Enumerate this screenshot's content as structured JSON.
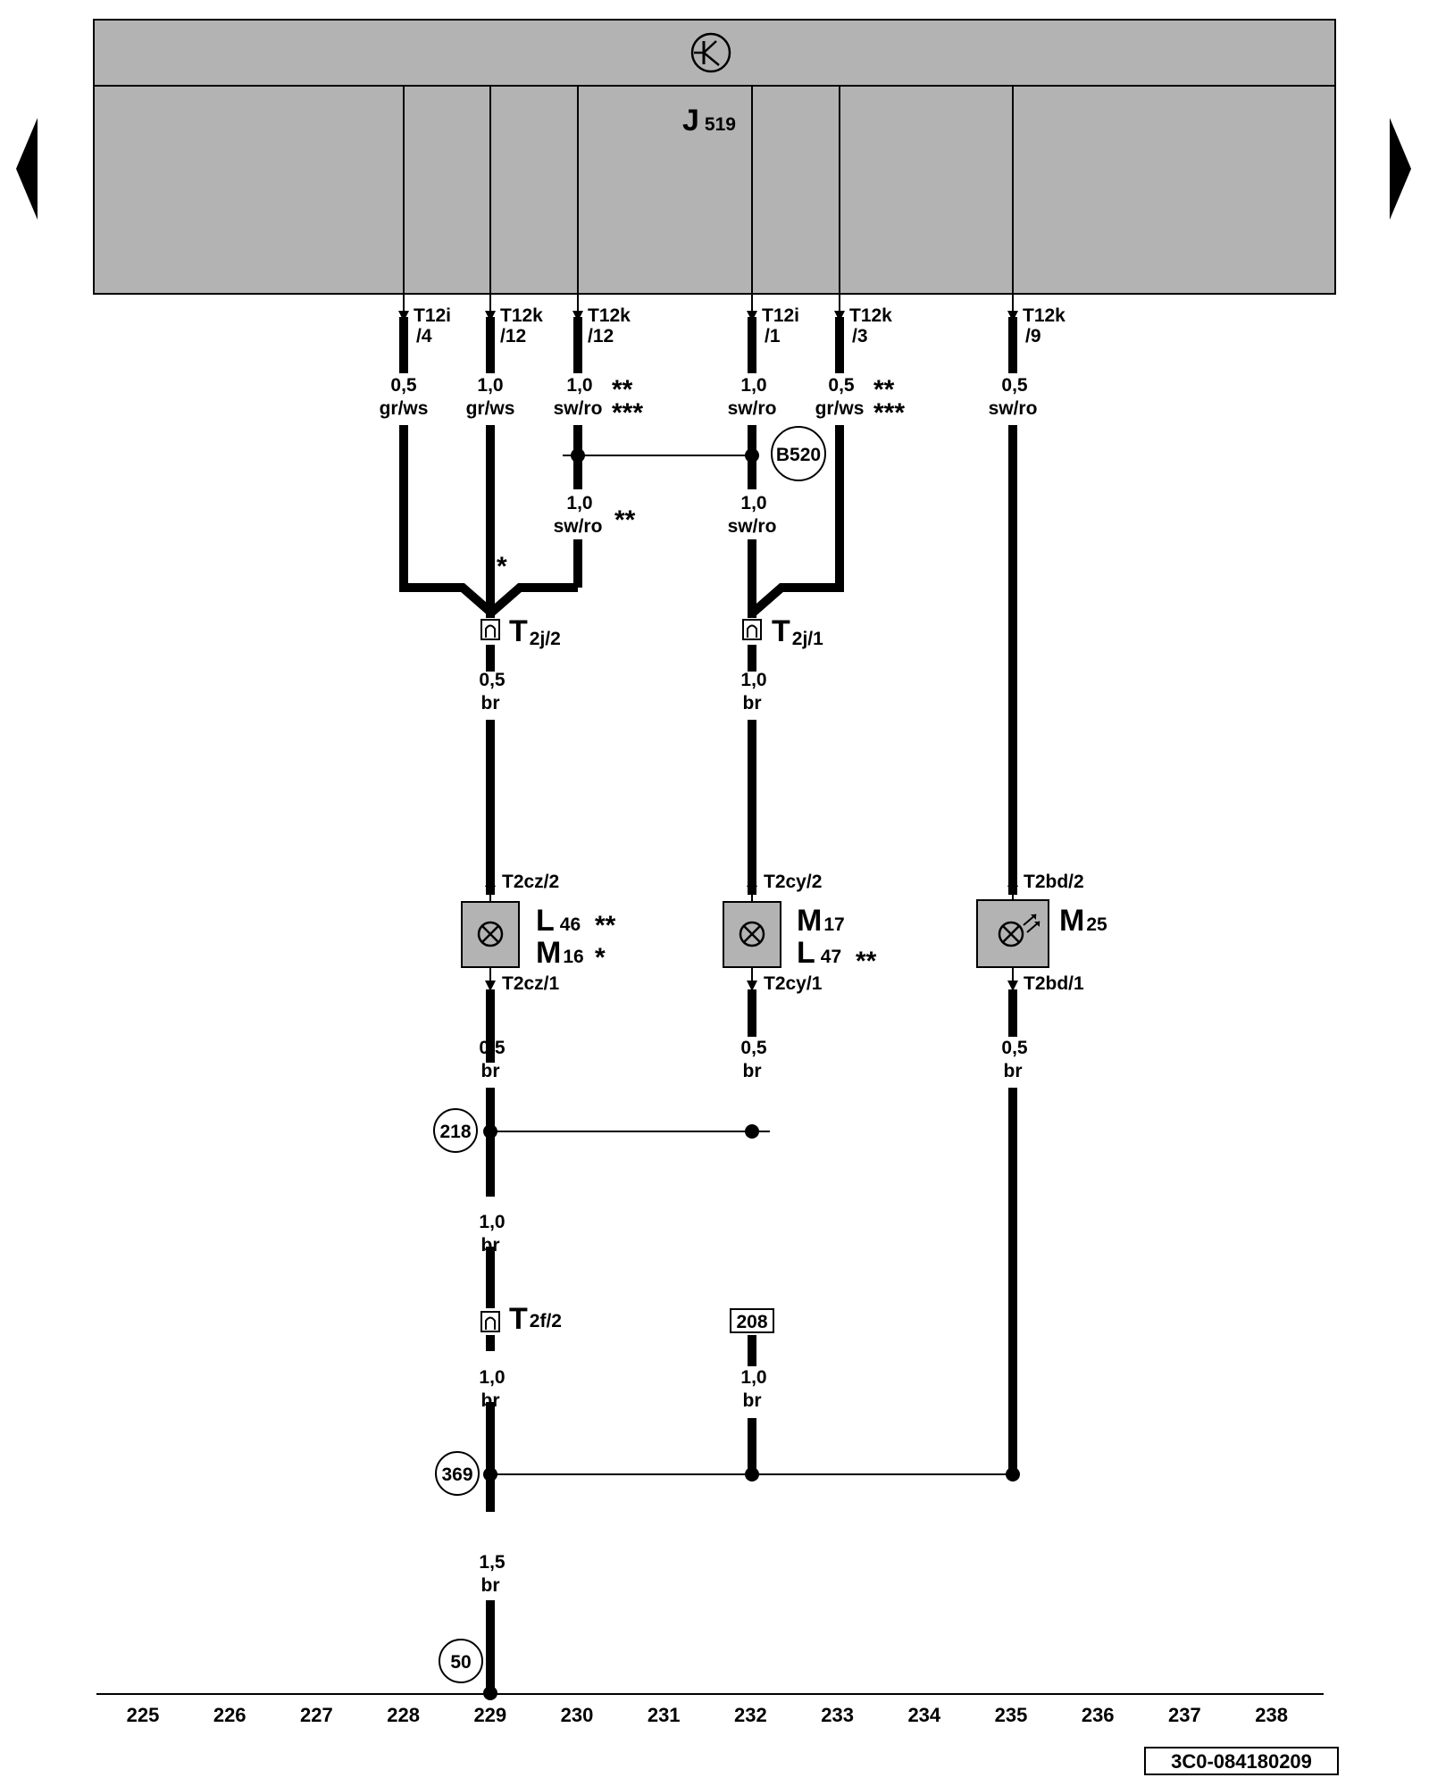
{
  "control_unit": {
    "name": "J",
    "sub": "519"
  },
  "pins": [
    {
      "conn": "T12i",
      "pin": "/4"
    },
    {
      "conn": "T12k",
      "pin": "/12"
    },
    {
      "conn": "T12k",
      "pin": "/12"
    },
    {
      "conn": "T12i",
      "pin": "/1"
    },
    {
      "conn": "T12k",
      "pin": "/3"
    },
    {
      "conn": "T12k",
      "pin": "/9"
    }
  ],
  "wires_top": [
    {
      "size": "0,5",
      "color": "gr/ws"
    },
    {
      "size": "1,0",
      "color": "gr/ws"
    },
    {
      "size": "1,0",
      "color": "sw/ro",
      "note1": "**",
      "note2": "***"
    },
    {
      "size": "1,0",
      "color": "sw/ro"
    },
    {
      "size": "0,5",
      "color": "gr/ws",
      "note1": "**",
      "note2": "***"
    },
    {
      "size": "0,5",
      "color": "sw/ro"
    }
  ],
  "splice_b520": "B520",
  "wire_mid_230": {
    "size": "1,0",
    "color": "sw/ro",
    "note": "**"
  },
  "wire_mid_232": {
    "size": "1,0",
    "color": "sw/ro"
  },
  "star_229": "*",
  "connectors": {
    "t2j2": {
      "main": "T",
      "sub": "2j/2"
    },
    "t2j1": {
      "main": "T",
      "sub": "2j/1"
    },
    "t2f2": {
      "main": "T",
      "sub": "2f/2"
    }
  },
  "wire_below_t2j2": {
    "size": "0,5",
    "color": "br"
  },
  "wire_below_t2j1": {
    "size": "1,0",
    "color": "br"
  },
  "components": {
    "left": {
      "pin_top": "T2cz/2",
      "pin_bot": "T2cz/1",
      "line1_main": "L",
      "line1_sub": "46",
      "line1_note": "**",
      "line2_main": "M",
      "line2_sub": "16",
      "line2_note": "*"
    },
    "middle": {
      "pin_top": "T2cy/2",
      "pin_bot": "T2cy/1",
      "line1_main": "M",
      "line1_sub": "17",
      "line2_main": "L",
      "line2_sub": "47",
      "line2_note": "**"
    },
    "right": {
      "pin_top": "T2bd/2",
      "pin_bot": "T2bd/1",
      "line1_main": "M",
      "line1_sub": "25"
    }
  },
  "wires_below_components": [
    {
      "size": "0,5",
      "color": "br"
    },
    {
      "size": "0,5",
      "color": "br"
    },
    {
      "size": "0,5",
      "color": "br"
    }
  ],
  "ground_refs": {
    "r218": "218",
    "r369": "369",
    "r50": "50",
    "r208": "208"
  },
  "wire_229_a": {
    "size": "1,0",
    "color": "br"
  },
  "wire_229_b": {
    "size": "1,0",
    "color": "br"
  },
  "wire_232_b": {
    "size": "1,0",
    "color": "br"
  },
  "wire_229_c": {
    "size": "1,5",
    "color": "br"
  },
  "scale": [
    "225",
    "226",
    "227",
    "228",
    "229",
    "230",
    "231",
    "232",
    "233",
    "234",
    "235",
    "236",
    "237",
    "238"
  ],
  "doc_id": "3C0-084180209",
  "colors": {
    "unit_fill": "#b3b3b3",
    "component_fill": "#b3b3b3",
    "line": "#000000"
  }
}
